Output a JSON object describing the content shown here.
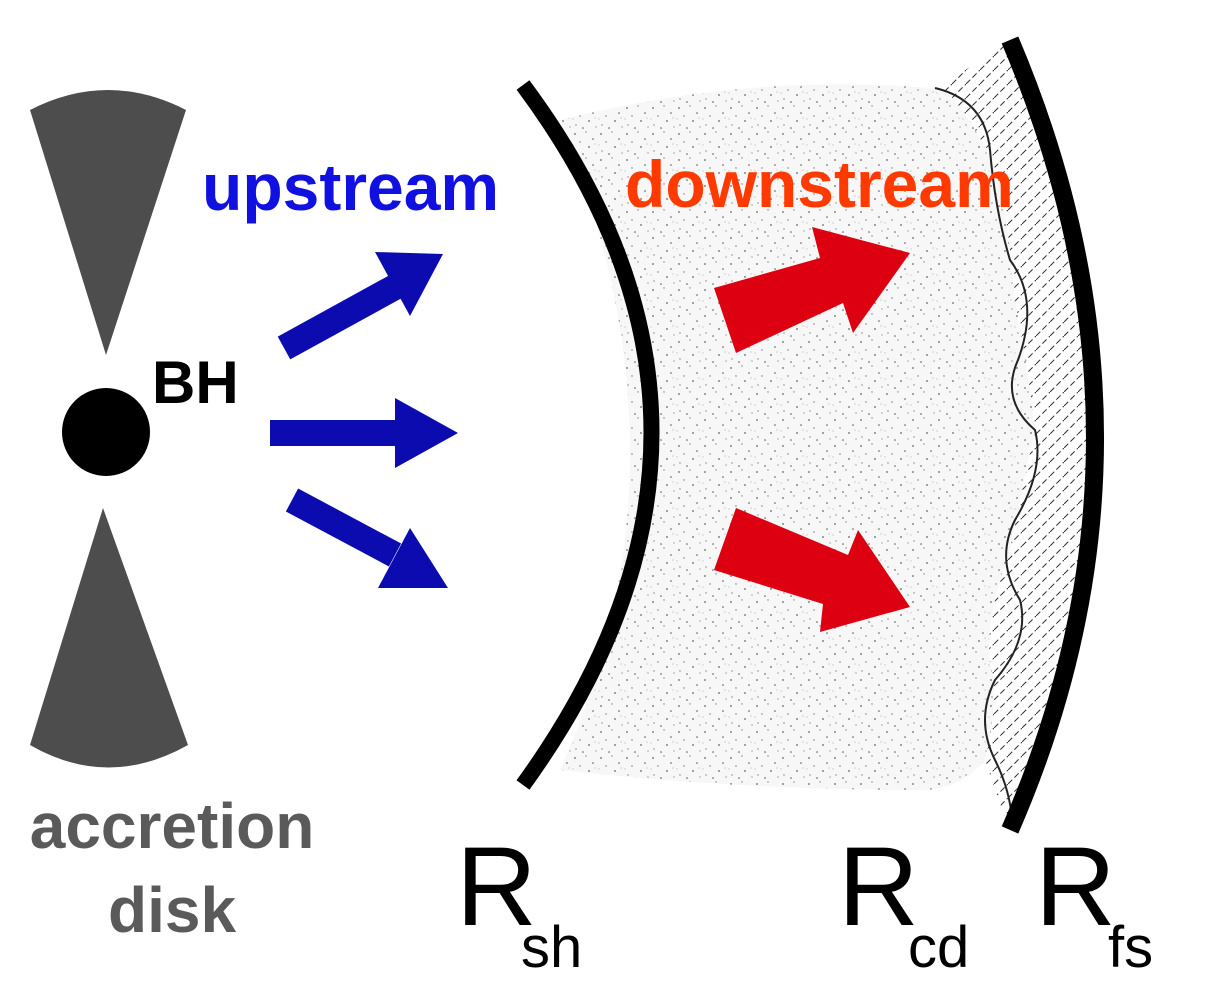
{
  "labels": {
    "bh": "BH",
    "upstream": "upstream",
    "downstream": "downstream",
    "accretion_line1": "accretion",
    "accretion_line2": "disk",
    "r_main": "R",
    "sh_sub": "sh",
    "cd_sub": "cd",
    "fs_sub": "fs"
  },
  "colors": {
    "upstream_text": "#1010e0",
    "upstream_arrow": "#0b0bb0",
    "downstream_text": "#ff3a00",
    "downstream_arrow": "#dd0010",
    "disk_fill": "#4d4d4d",
    "disk_text": "#5a5a5a",
    "shock_line": "#000000",
    "black_hole": "#000000"
  }
}
